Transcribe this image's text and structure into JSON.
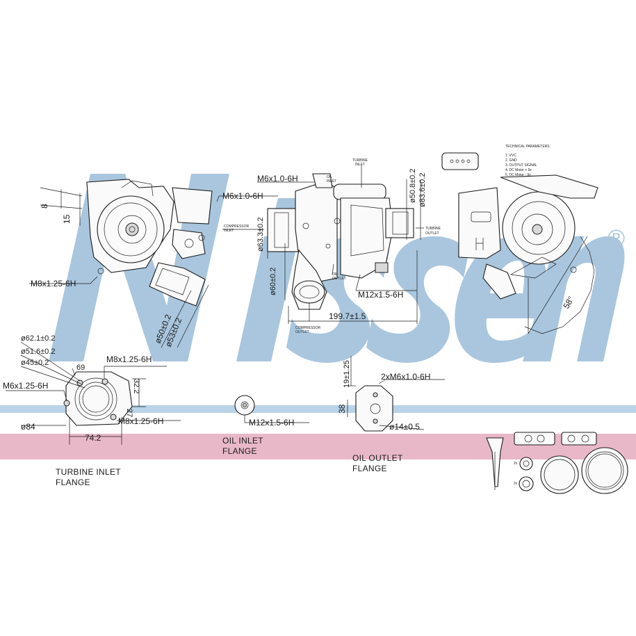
{
  "brand": {
    "watermark": "Nissens",
    "registered": "®",
    "watermark_color": "#a9c6de",
    "band_color": "#e9b8c8",
    "band2_color": "#b9d3e8"
  },
  "tech": {
    "title": "TECHNICAL PARAMETERS",
    "items": [
      "1.  VVC",
      "2.  GND",
      "3.  OUTPUT SIGNAL",
      "4.  DC Motor + 9z",
      "5.  DC Motor - 9z"
    ]
  },
  "labels": {
    "turbine_inlet_top": [
      "TURBINE",
      "INLET"
    ],
    "turbine_outlet": [
      "TURBINE",
      "OUTLET"
    ],
    "compressor_inlet": [
      "COMPRESSOR",
      "INLET"
    ],
    "compressor_outlet": [
      "COMPRESSOR",
      "OUTLET"
    ],
    "oil_inlet_small": [
      "OIL",
      "INLET"
    ],
    "oil_outlet_small": [
      "OIL",
      "OUTLET"
    ],
    "turbine_inlet_flange": [
      "TURBINE  INLET",
      "FLANGE"
    ],
    "oil_inlet_flange": [
      "OIL  INLET",
      "FLANGE"
    ],
    "oil_outlet_flange": [
      "OIL  OUTLET",
      "FLANGE"
    ]
  },
  "dims": {
    "d8": "8",
    "d15": "15",
    "m6_left_top": "M6x1.0-6H",
    "m6_center_top": "M6x1.0-6H",
    "m8_left": "M8x1.25-6H",
    "d50": "ø50±0.2",
    "d53": "ø53±0.2",
    "d63": "ø63.3±0.2",
    "d60": "ø60±0.2",
    "d50_8": "ø50.8±0.2",
    "d83_6": "ø83.6±0.2",
    "m12_center": "M12x1.5-6H",
    "len199": "199.7±1.5",
    "angle58": "58°",
    "f62": "ø62.1±0.2",
    "f51": "ø51.6±0.2",
    "f45": "ø45±0.2",
    "f69": "69",
    "f_m8_top": "M8x1.25-6H",
    "f_m6": "M6x1.25-6H",
    "f32": "32.2",
    "f27": "27",
    "f_m8_bot": "M8x1.25-6H",
    "f84": "ø84",
    "f74": "74.2",
    "oi_m12": "M12x1.5-6H",
    "oo_19": "19±1.25",
    "oo_m6": "2xM6x1.0-6H",
    "oo_38": "38",
    "oo_14": "ø14±0.5",
    "kit_2x_a": "2x",
    "kit_2x_b": "2x"
  }
}
